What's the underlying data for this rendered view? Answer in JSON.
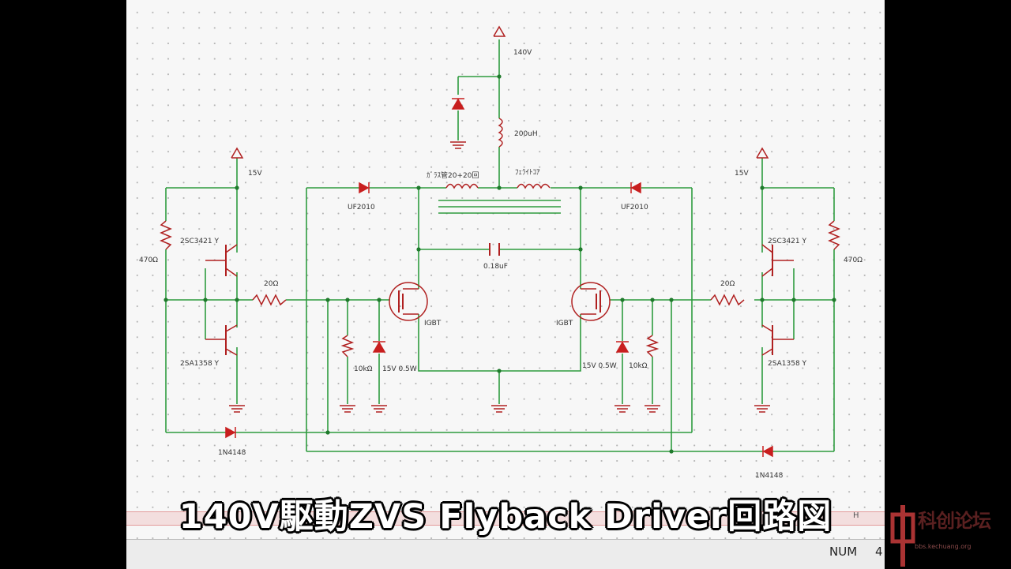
{
  "caption": "140V駆動ZVS Flyback Driver回路図",
  "status": {
    "num": "NUM",
    "extra": "4"
  },
  "scroll_marker": "H",
  "logo": {
    "text": "科创论坛",
    "url": "bbs.kechuang.org"
  },
  "labels": {
    "supply_main": "140V",
    "inductor": "200uH",
    "primary_left": "ｶﾞﾗｽ管20+20回",
    "primary_right": "ﾌｪﾗｲﾄｺｱ",
    "cap": "0.18uF",
    "diode_top_left": "UF2010",
    "diode_top_right": "UF2010",
    "vcc_left": "15V",
    "vcc_right": "15V",
    "npn_left": "2SC3421 Y",
    "npn_right": "2SC3421 Y",
    "pnp_left": "2SA1358 Y",
    "pnp_right": "2SA1358 Y",
    "rb_left": "470Ω",
    "rb_right": "470Ω",
    "rg_left": "20Ω",
    "rg_right": "20Ω",
    "igbt_left": "IGBT",
    "igbt_right": "IGBT",
    "rgs_left": "10kΩ",
    "rgs_right": "10kΩ",
    "zener_left": "15V 0.5W",
    "zener_right": "15V 0.5W",
    "diode_bot_left": "1N4148",
    "diode_bot_right": "1N4148"
  }
}
